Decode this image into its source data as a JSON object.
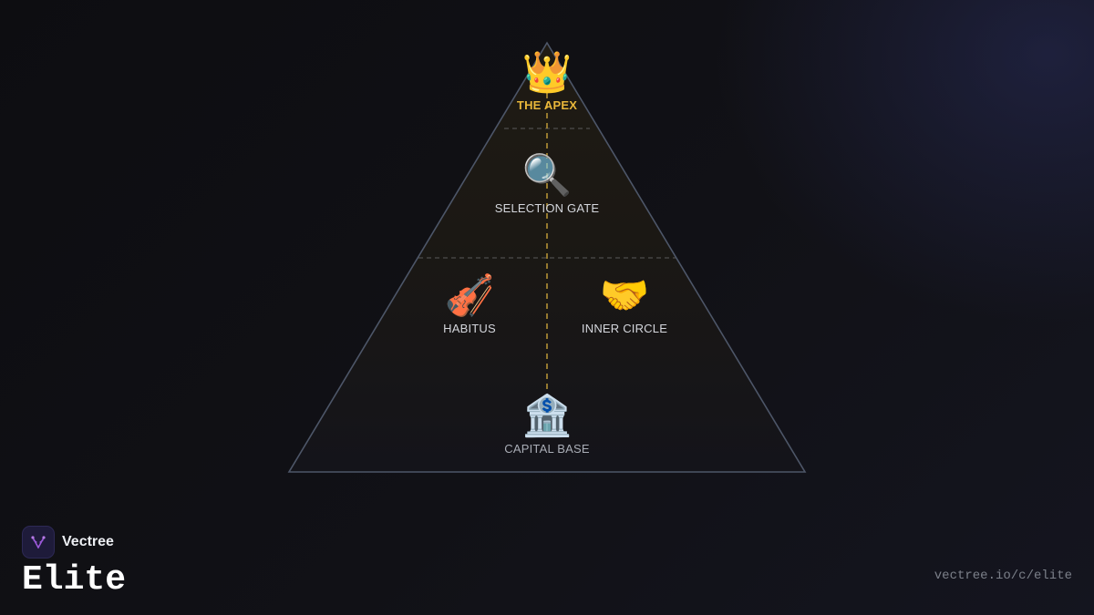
{
  "pyramid": {
    "apex": {
      "label": "THE APEX",
      "icon": "crown-icon",
      "glyph": "👑"
    },
    "selection_gate": {
      "label": "SELECTION GATE",
      "icon": "magnifier-icon",
      "glyph": "🔍"
    },
    "habitus": {
      "label": "HABITUS",
      "icon": "violin-icon",
      "glyph": "🎻"
    },
    "inner_circle": {
      "label": "INNER CIRCLE",
      "icon": "handshake-icon",
      "glyph": "🤝"
    },
    "capital_base": {
      "label": "CAPITAL BASE",
      "icon": "bank-icon",
      "glyph": "🏦"
    }
  },
  "brand": {
    "name": "Vectree",
    "title": "Elite"
  },
  "footer": {
    "url": "vectree.io/c/elite"
  },
  "colors": {
    "accent": "#e9b73a",
    "pyramid_stroke": "#4d5668",
    "divider": "#5a5a5a",
    "logo_bg": "#1e1b3a",
    "logo_mark": "#9b59d9"
  }
}
